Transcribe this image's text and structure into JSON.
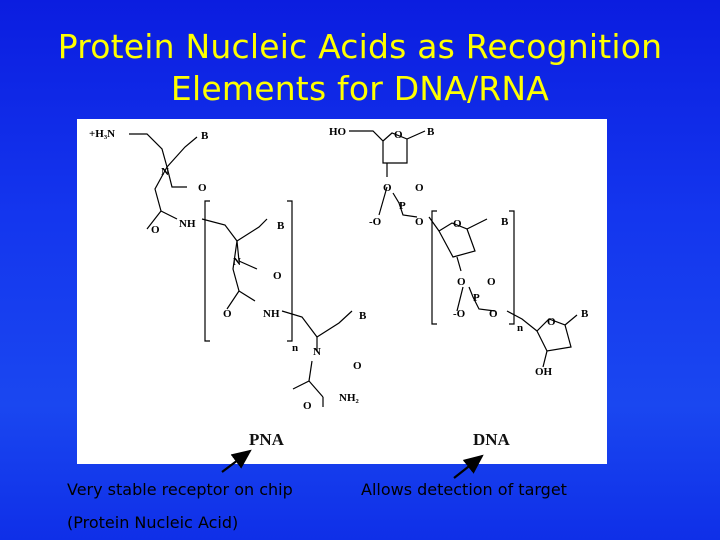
{
  "title": {
    "line1": "Protein Nucleic Acids as Recognition",
    "line2": "Elements for DNA/RNA"
  },
  "figure": {
    "pna": {
      "label": "PNA",
      "terminal_amine": "+H₃N",
      "bases": [
        "B",
        "B",
        "B"
      ],
      "carbonyl_o": "O",
      "amide_nh": "NH",
      "n_label": "N",
      "bracket_n": "n",
      "terminal_amide": "NH₂"
    },
    "dna": {
      "label": "DNA",
      "five_prime": "HO",
      "bases": [
        "B",
        "B",
        "B"
      ],
      "ring_o": "O",
      "phosphate_p": "P",
      "phosphate_o": "O",
      "phosphate_minus_o": "-O",
      "bracket_n": "n",
      "three_prime": "OH"
    }
  },
  "captions": {
    "left_line1": "Very stable receptor on chip",
    "left_line2": "(Protein Nucleic Acid)",
    "right_line1": "Allows detection of target"
  },
  "colors": {
    "title": "#ffff00",
    "background": "#1a3cf0",
    "caption": "#000000"
  }
}
